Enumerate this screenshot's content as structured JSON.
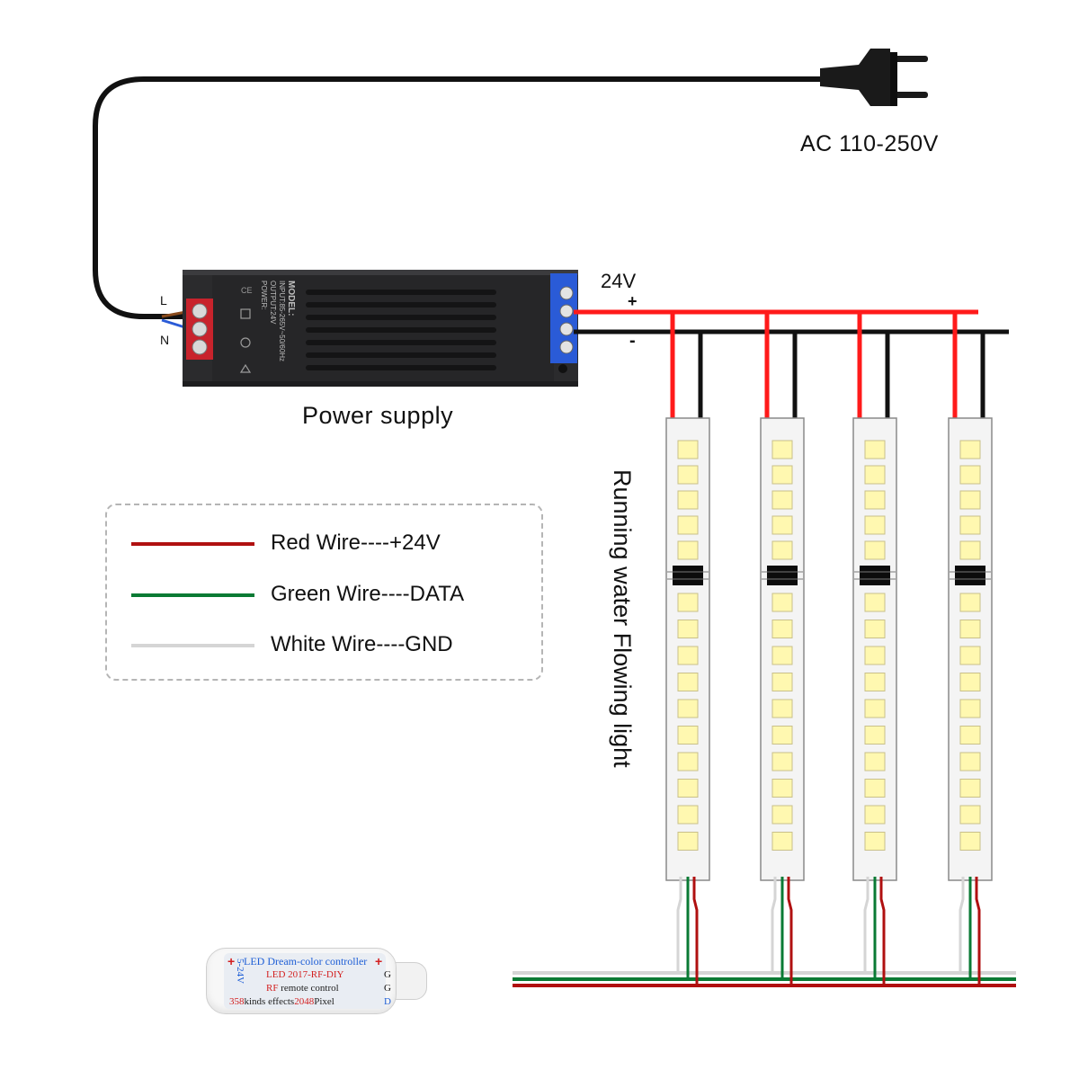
{
  "labels": {
    "ac_input": "AC 110-250V",
    "power_supply": "Power supply",
    "output_voltage": "24V",
    "output_plus": "+",
    "output_minus": "-",
    "pin_l": "L",
    "pin_n": "N",
    "strip_caption": "Running water Flowing light"
  },
  "psu_label": {
    "model": "MODEL:",
    "input": "INPUT:85-265V~50/60Hz",
    "output": "OUTPUT:24V",
    "power": "POWER:"
  },
  "legend": [
    {
      "text": "Red Wire----+24V",
      "color": "#b01010"
    },
    {
      "text": "Green Wire----DATA",
      "color": "#0a7a34"
    },
    {
      "text": "White Wire----GND",
      "color": "#d5d5d5"
    }
  ],
  "controller": {
    "title": "LED Dream-color controller",
    "line2": "LED 2017-RF-DIY",
    "line3_a": "RF",
    "line3_b": " remote control",
    "line4_a": "358",
    "line4_b": "kinds effects",
    "line4_c": "2048",
    "line4_d": "Pixel",
    "voltage": "5-24V",
    "plus_left": "+",
    "plus_right": "+",
    "pins": [
      "G",
      "G",
      "D"
    ]
  },
  "colors": {
    "red_wire": "#ff1a1a",
    "black_wire": "#111111",
    "legend_red": "#b01010",
    "legend_green": "#0a7a34",
    "legend_white": "#d5d5d5",
    "terminal_blue": "#2a5bd7",
    "terminal_red": "#c8232c",
    "led_yellow": "#fff8b0"
  },
  "strip_count": 4
}
